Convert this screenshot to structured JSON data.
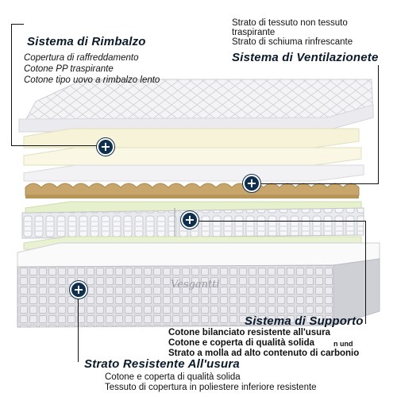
{
  "sections": {
    "rimbalzo": {
      "title": "Sistema di Rimbalzo",
      "lines": [
        "Copertura di raffreddamento",
        "Cotone PP traspirante",
        "Cotone tipo uovo a rimbalzo lento"
      ]
    },
    "ventilazione": {
      "title": "Sistema di Ventilazionete",
      "lines": [
        "Strato di tessuto non tessuto",
        "traspirante",
        "Strato di schiuma rinfrescante"
      ]
    },
    "supporto": {
      "title": "Sistema di Supporto",
      "lines": [
        "Cotone bilanciato resistente all'usura",
        "Cotone e coperta di qualità solida",
        "n und",
        "Strato a molla ad alto contenuto di carbonio"
      ]
    },
    "usura": {
      "title": "Strato Resistente All'usura",
      "lines": [
        "Cotone e coperta di qualità solida",
        "Tessuto di copertura in poliestere inferiore resistente"
      ]
    }
  },
  "brand_label": "Vesgantti",
  "colors": {
    "badge": "#0f2f4f",
    "connector": "#111111",
    "cream_layer": "#f6f3d8",
    "foam_layer": "#c8a56a",
    "green_layer": "#e6f0cc"
  },
  "icons": [
    "plus-badge-icon"
  ]
}
